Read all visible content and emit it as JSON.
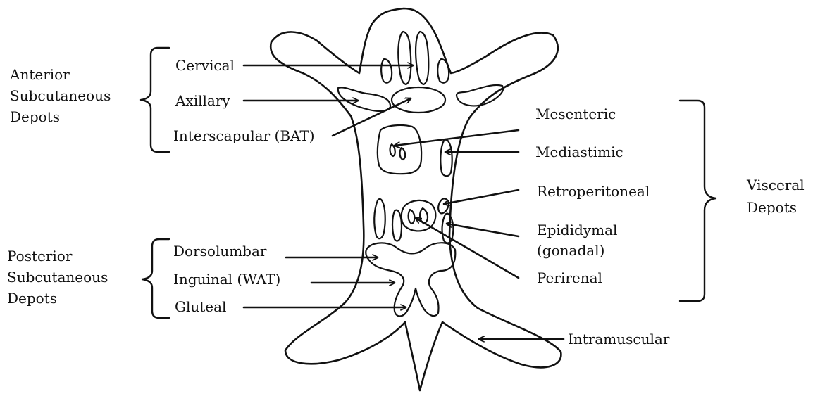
{
  "groups": {
    "anterior": [
      "Anterior",
      "Subcutaneous",
      "Depots"
    ],
    "posterior": [
      "Posterior",
      "Subcutaneous",
      "Depots"
    ],
    "visceral": [
      "Visceral",
      "Depots"
    ]
  },
  "labels": {
    "cervical": "Cervical",
    "axillary": "Axillary",
    "interscapular": "Interscapular (BAT)",
    "mesenteric": "Mesenteric",
    "mediastimic": "Mediastimic",
    "retroperitoneal": "Retroperitoneal",
    "epididymal": "Epididymal",
    "gonadal": "(gonadal)",
    "perirenal": "Perirenal",
    "dorsolumbar": "Dorsolumbar",
    "inguinal": "Inguinal (WAT)",
    "gluteal": "Gluteal",
    "intramuscular": "Intramuscular"
  },
  "colors": {
    "ink": "#111111",
    "background": "#ffffff"
  }
}
